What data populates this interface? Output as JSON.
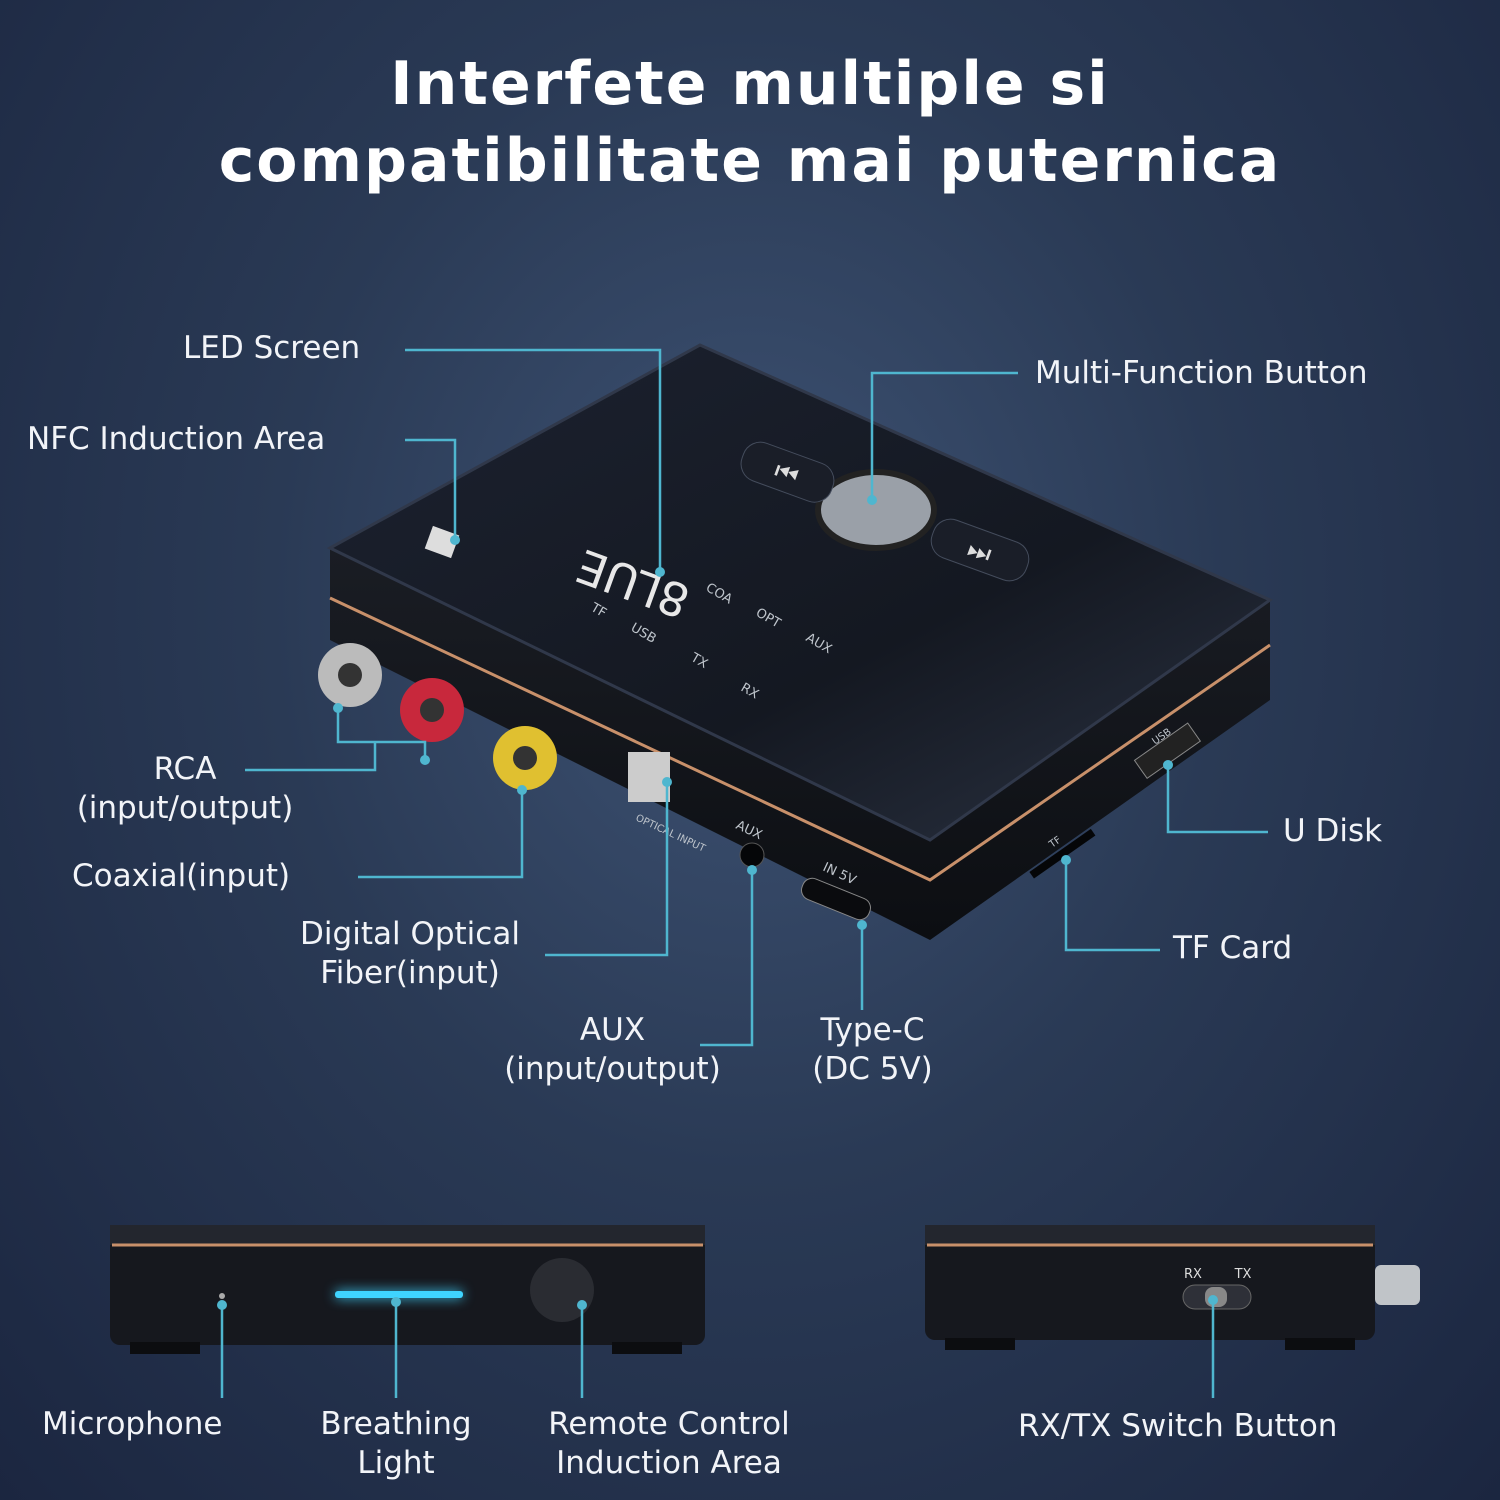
{
  "title": {
    "line1": "Interfete multiple si",
    "line2": "compatibilitate mai puternica"
  },
  "callouts": {
    "led_screen": "LED Screen",
    "nfc": "NFC Induction Area",
    "multi_function": "Multi-Function Button",
    "rca_1": "RCA",
    "rca_2": "(input/output)",
    "coaxial": "Coaxial(input)",
    "optical_1": "Digital Optical",
    "optical_2": "Fiber(input)",
    "aux_1": "AUX",
    "aux_2": "(input/output)",
    "typec_1": "Type-C",
    "typec_2": "(DC 5V)",
    "u_disk": "U Disk",
    "tf_card": "TF Card",
    "microphone": "Microphone",
    "breathing_1": "Breathing",
    "breathing_2": "Light",
    "remote_1": "Remote Control",
    "remote_2": "Induction Area",
    "rxtx_switch": "RX/TX Switch Button"
  },
  "device_markings": {
    "display": "8LUE",
    "rx": "RX",
    "tx": "TX",
    "usb": "USB",
    "tf": "TF",
    "aux": "AUX",
    "opt": "OPT",
    "coa": "COA",
    "optical_port": "OPTICAL INPUT",
    "aux_port": "AUX",
    "power_port": "IN 5V",
    "usb_port": "USB",
    "tf_port": "TF",
    "switch_rx": "RX",
    "switch_tx": "TX"
  },
  "colors": {
    "callout_line": "#4fb6cf",
    "accent_rim": "#c8906a",
    "breathing_light": "#3fd4ff"
  }
}
